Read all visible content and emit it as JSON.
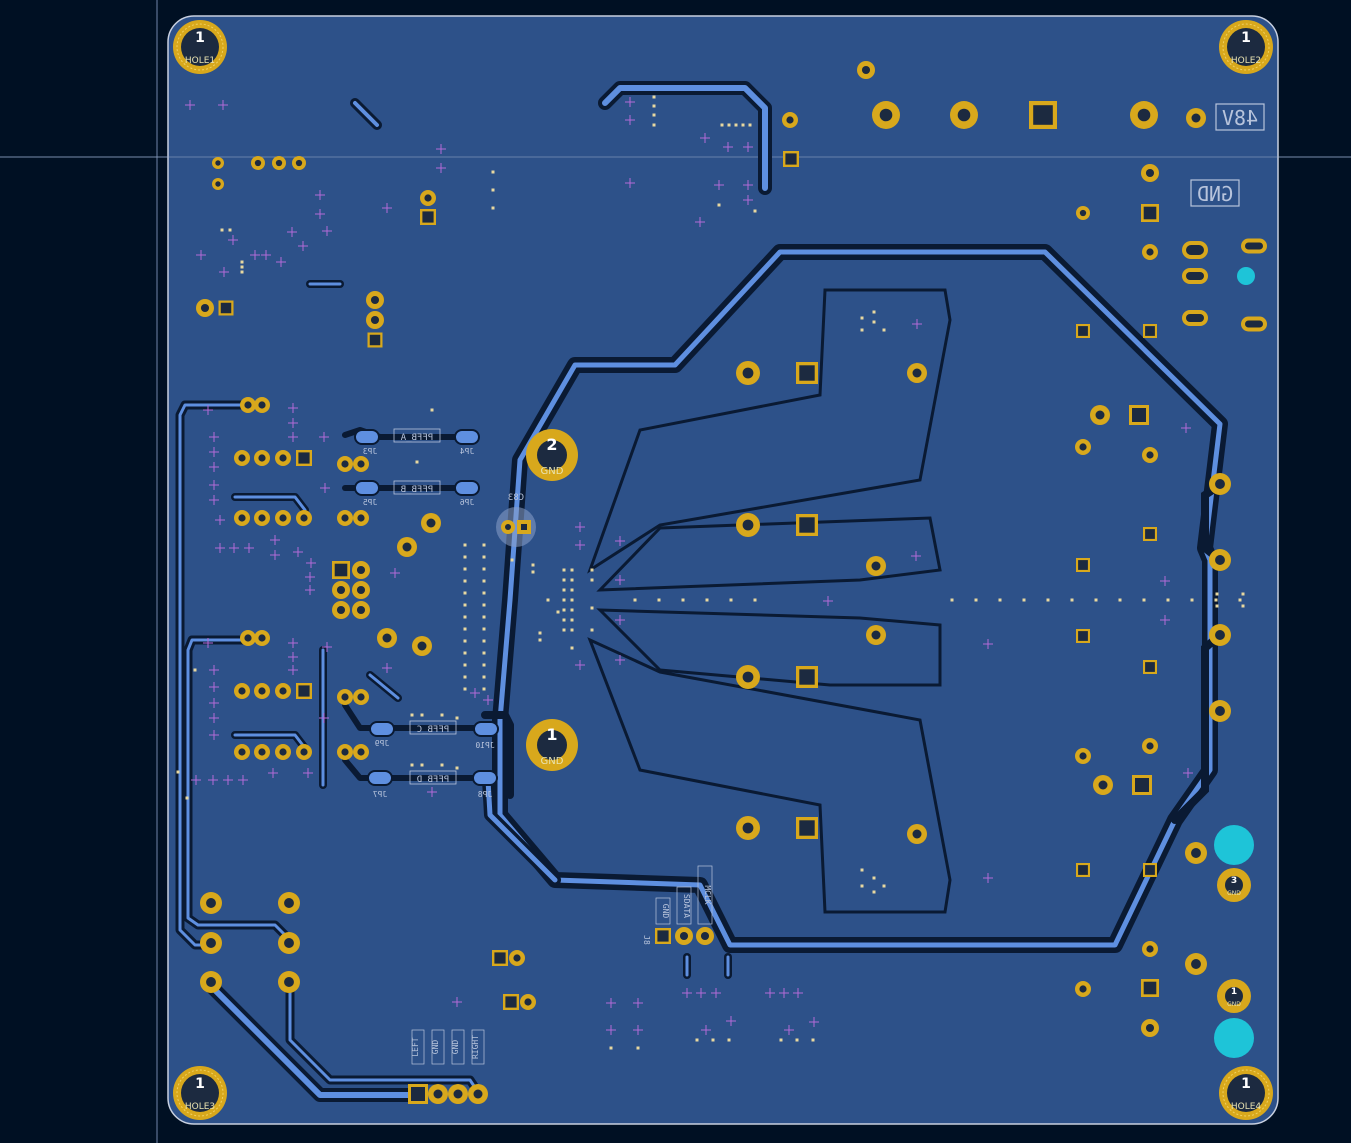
{
  "colors": {
    "background": "#001023",
    "board_fill": "#2d5189",
    "board_edge": "#c8d0e0",
    "trace": "#5e8fe0",
    "clearance": "#0a1a33",
    "pad_gold": "#d8a81c",
    "pad_hole": "#1c2a40",
    "cross_marker": "#b36ad8",
    "cyan_pad": "#1ec4d8",
    "silkscreen": "#b8c4dc"
  },
  "mounting_holes": {
    "top_left": {
      "number": "1",
      "label": "HOLE1"
    },
    "top_right": {
      "number": "1",
      "label": "HOLE2"
    },
    "bottom_left": {
      "number": "1",
      "label": "HOLE3"
    },
    "bottom_right": {
      "number": "1",
      "label": "HOLE4"
    }
  },
  "gnd_pads": {
    "upper": {
      "number": "2",
      "label": "GND"
    },
    "lower": {
      "number": "1",
      "label": "GND"
    }
  },
  "silkscreen": {
    "v48": "48V",
    "gnd_top": "GND",
    "c83": "C83",
    "pff_a": "PFFB_A",
    "pff_b": "PFFB_B",
    "pff_c": "PFFB_C",
    "pff_d": "PFFB_D",
    "jp3": "JP3",
    "jp4": "JP4",
    "jp5": "JP5",
    "jp6": "JP6",
    "jp7": "JP7",
    "jp8": "JP8",
    "jp9": "JP9",
    "jp10": "JP10",
    "j8": "J8",
    "j8_gnd": "GND",
    "j8_sdata": "SDATA",
    "j8_mclk": "MCLK",
    "bottom_left_label": "LEFT",
    "bottom_gnd1": "GND",
    "bottom_gnd2": "GND",
    "bottom_right_label": "RIGHT"
  },
  "pad_labels": {
    "right_pad3": "3",
    "right_pad1": "1",
    "right_gnd_a": "GND",
    "right_gnd_b": "GND"
  }
}
